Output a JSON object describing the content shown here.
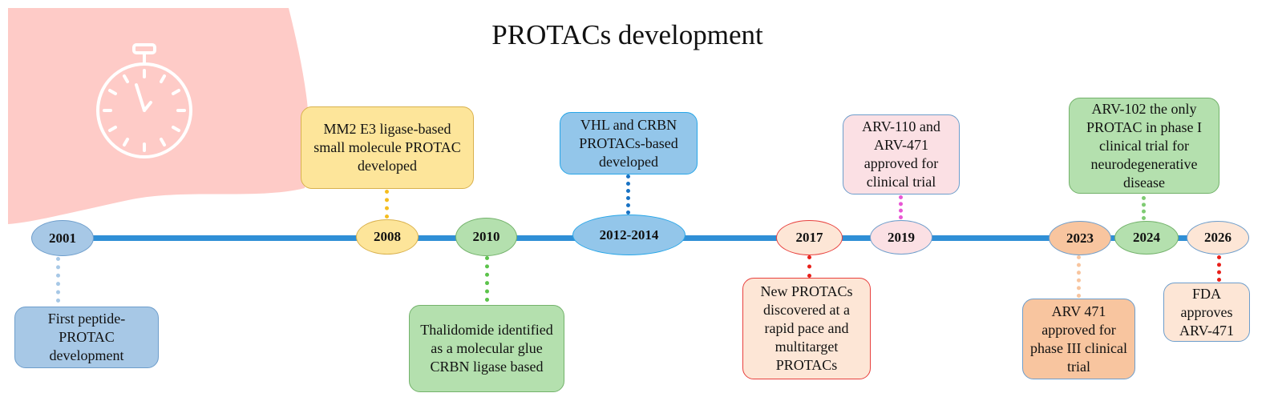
{
  "title": "PROTACs development",
  "colors": {
    "timeline": "#2f8fd6",
    "blob": "#fecbc7",
    "blue": "#a7c8e6",
    "yellow": "#fde59a",
    "green": "#b4e0ae",
    "sky": "#93c6ea",
    "peach": "#fde6d6",
    "pink": "#fbe0e4",
    "orange": "#f8c59f"
  },
  "icon": "stopwatch-icon",
  "events": [
    {
      "year": "2001",
      "text": "First peptide-PROTAC development",
      "position": "below"
    },
    {
      "year": "2008",
      "text": "MM2 E3 ligase-based small molecule PROTAC developed",
      "position": "above"
    },
    {
      "year": "2010",
      "text": "Thalidomide identified as a molecular glue CRBN ligase based",
      "position": "below"
    },
    {
      "year": "2012-2014",
      "text": "VHL and CRBN PROTACs-based developed",
      "position": "above"
    },
    {
      "year": "2017",
      "text": "New PROTACs discovered at a rapid pace and multitarget PROTACs",
      "position": "below"
    },
    {
      "year": "2019",
      "text": "ARV-110 and ARV-471 approved for clinical trial",
      "position": "above"
    },
    {
      "year": "2023",
      "text": "ARV 471 approved for phase III clinical trial",
      "position": "below"
    },
    {
      "year": "2024",
      "text": "ARV-102 the only PROTAC in phase I clinical trial for neurodegenerative disease",
      "position": "above"
    },
    {
      "year": "2026",
      "text": "FDA approves ARV-471",
      "position": "below"
    }
  ]
}
